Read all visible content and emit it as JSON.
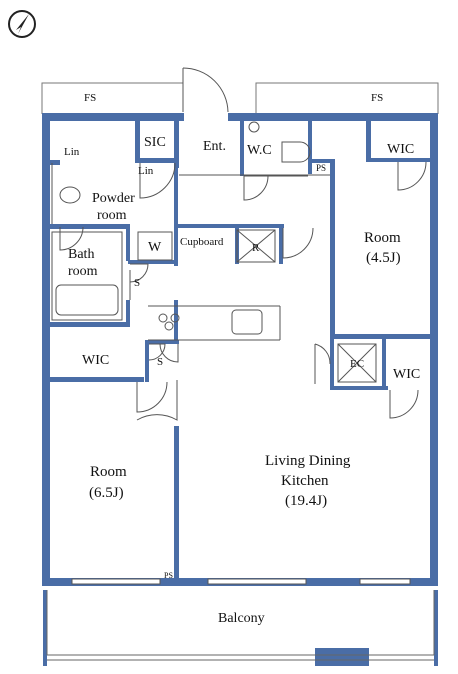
{
  "floorplan": {
    "orientation_icon": "compass-north-icon",
    "colors": {
      "wall": "#4a6da6",
      "line": "#333333",
      "background": "#ffffff"
    },
    "labels": {
      "fs_left": "FS",
      "fs_right": "FS",
      "sic": "SIC",
      "entrance": "Ent.",
      "wc": "W.C",
      "ps_top": "PS",
      "wic_top_right": "WIC",
      "lin_top": "Lin",
      "lin_mid": "Lin",
      "powder_room_line1": "Powder",
      "powder_room_line2": "room",
      "washer": "W",
      "cupboard": "Cupboard",
      "refrigerator": "R",
      "room_right_name": "Room",
      "room_right_size": "(4.5J)",
      "bath_line1": "Bath",
      "bath_line2": "room",
      "storage_upper": "S",
      "wic_left": "WIC",
      "storage_lower": "S",
      "ec": "EC",
      "wic_right": "WIC",
      "room_left_name": "Room",
      "room_left_size": "(6.5J)",
      "ldk_line1": "Living Dining",
      "ldk_line2": "Kitchen",
      "ldk_line3": "(19.4J)",
      "ps_bottom": "PS",
      "balcony": "Balcony"
    }
  }
}
